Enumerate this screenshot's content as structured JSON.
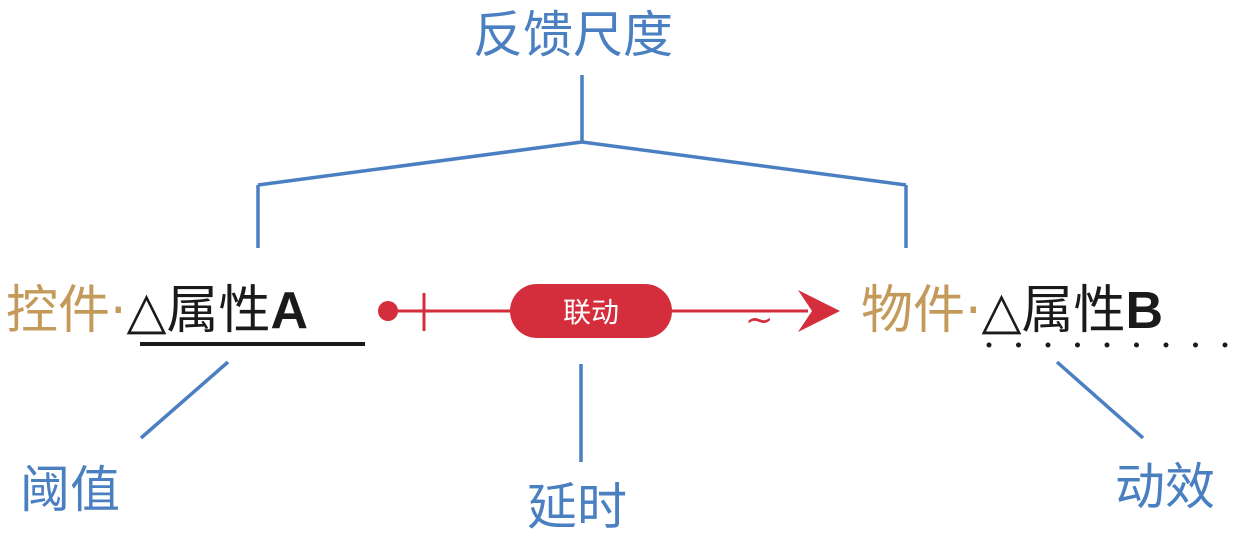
{
  "top_label": "反馈尺度",
  "left_property": {
    "prefix": "控件·",
    "symbol": "△",
    "name": "属性",
    "letter": "A"
  },
  "right_property": {
    "prefix": "物件·",
    "symbol": "△",
    "name": "属性",
    "letter": "B"
  },
  "link_label": "联动",
  "link_tilde": "~",
  "bottom_labels": {
    "threshold": "阈值",
    "delay": "延时",
    "animation": "动效"
  },
  "colors": {
    "blue": "#4a7fc1",
    "gold": "#c39a5a",
    "red": "#d42e3d",
    "dark": "#1a1a1a"
  }
}
